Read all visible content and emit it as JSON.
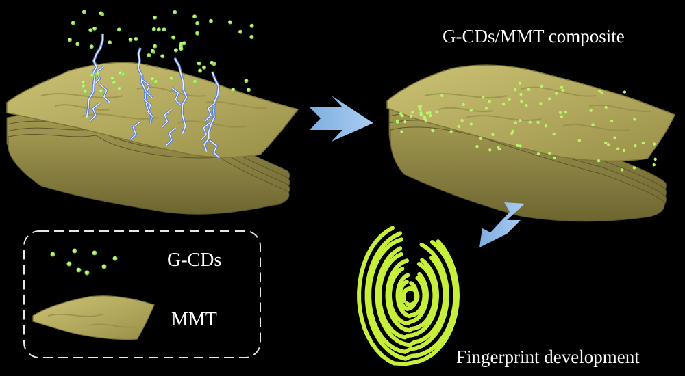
{
  "labels": {
    "composite_title": "G-CDs/MMT composite",
    "legend_gcds": "G-CDs",
    "legend_mmt": "MMT",
    "fingerprint": "Fingerprint development"
  },
  "colors": {
    "background": "#000000",
    "mmt_surface": "#b6ad63",
    "mmt_edge": "#6e6630",
    "carbon_dot": "#a8f060",
    "arrow": "#8fbbe6",
    "fingerprint": "#c8f03c",
    "lightning": "#8fb0ff"
  },
  "icons": [
    "lightning-icon",
    "arrow-right-icon",
    "arrow-down-left-icon",
    "fingerprint-icon",
    "carbon-dot-icon",
    "clay-layer-icon"
  ]
}
